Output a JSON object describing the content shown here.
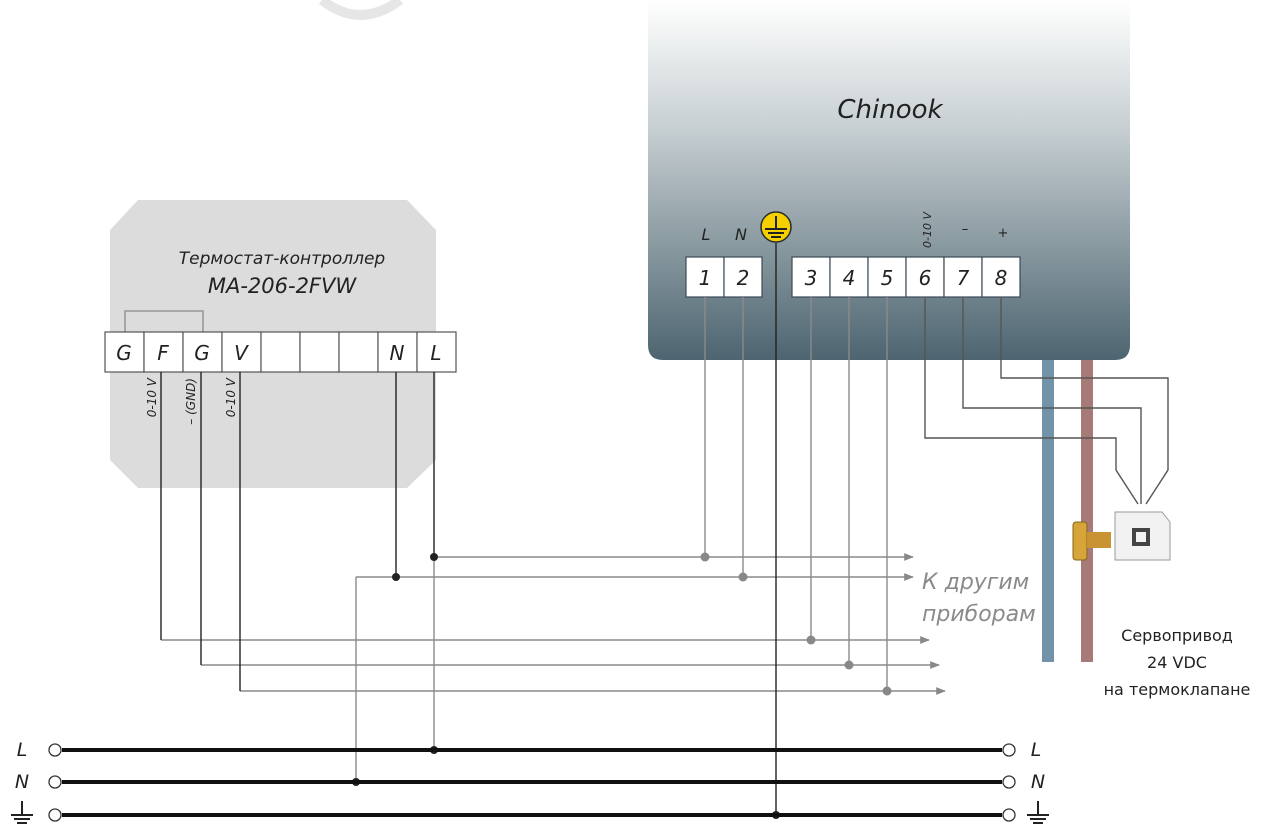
{
  "chinook": {
    "title": "Chinook",
    "power_labels": [
      "L",
      "N"
    ],
    "power_terminals": [
      "1",
      "2"
    ],
    "signal_terminals": [
      "3",
      "4",
      "5",
      "6",
      "7",
      "8"
    ],
    "signal_labels": {
      "t6": "0-10 V",
      "t7": "–",
      "t8": "+"
    }
  },
  "thermostat": {
    "title_line1": "Термостат-контроллер",
    "title_line2": "МА-206-2FVW",
    "terminals": [
      "G",
      "F",
      "G",
      "V",
      "",
      "",
      "",
      "N",
      "L"
    ],
    "below_labels": [
      "0-10 V",
      "– (GND)",
      "0-10 V"
    ]
  },
  "bus": {
    "left_labels": [
      "L",
      "N"
    ],
    "right_labels": [
      "L",
      "N"
    ]
  },
  "notes": {
    "other_devices_line1": "К другим",
    "other_devices_line2": "приборам",
    "servo_line1": "Сервопривод",
    "servo_line2": "24 VDC",
    "servo_line3": "на термоклапане"
  },
  "colors": {
    "panel_gradient_top": "#f7f8f8",
    "panel_gradient_bottom": "#4d6570",
    "thermostat_body": "#dcdcdc",
    "wire_gray": "#888888",
    "ground_symbol": "#f4d000",
    "pipe_blue": "#7393aa",
    "pipe_red": "#a67b77"
  }
}
